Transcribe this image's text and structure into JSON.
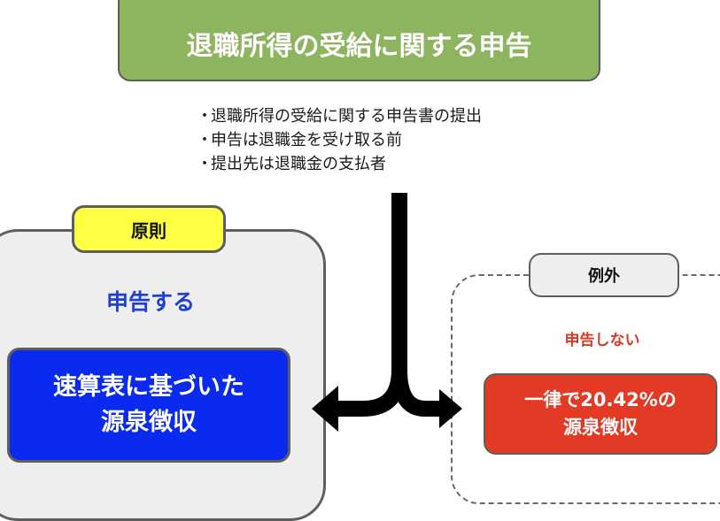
{
  "title": "退職所得の受給に関する申告",
  "notes": [
    "退職所得の受給に関する申告書の提出",
    "申告は退職金を受け取る前",
    "提出先は退職金の支払者"
  ],
  "bullet": "・",
  "principle": {
    "tag": "原則",
    "heading": "申告する",
    "box_line1": "速算表に基づいた",
    "box_line2": "源泉徴収"
  },
  "exception": {
    "tag": "例外",
    "heading": "申告しない",
    "box_line1": "一律で20.42%の",
    "box_line2": "源泉徴収"
  },
  "colors": {
    "title_bg": "#8db45e",
    "principle_tag": "#ffff44",
    "principle_heading": "#1f3fd8",
    "principle_box": "#0b2af0",
    "exception_heading": "#d93a25",
    "exception_box": "#e23a25"
  }
}
